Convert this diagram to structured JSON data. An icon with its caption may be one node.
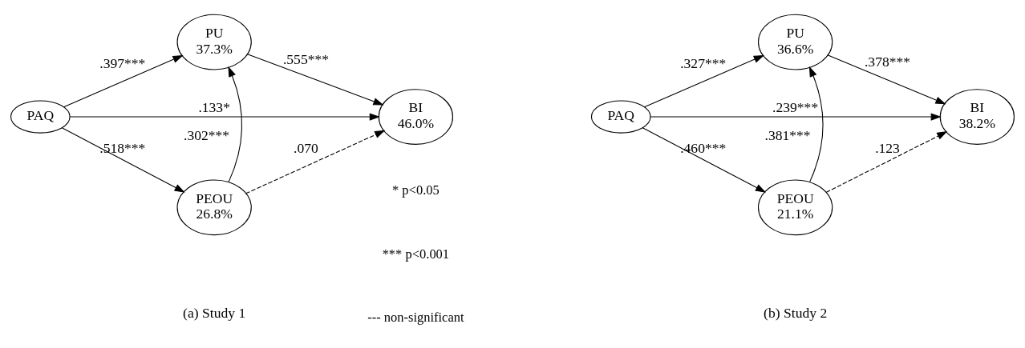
{
  "diagram": {
    "nodes": [
      {
        "text": [
          "PU",
          "37.3%"
        ]
      },
      {
        "text": [
          "PAQ"
        ]
      },
      {
        "text": [
          "BI",
          "46.0%"
        ]
      },
      {
        "text": [
          "PEOU",
          "26.8%"
        ]
      },
      {
        "text": [
          "PU",
          "36.6%"
        ]
      },
      {
        "text": [
          "PAQ"
        ]
      },
      {
        "text": [
          "BI",
          "38.2%"
        ]
      },
      {
        "text": [
          "PEOU",
          "21.1%"
        ]
      }
    ],
    "edges": [
      {
        "from": 1,
        "to": 0,
        "arrow": "to",
        "label": ".397***"
      },
      {
        "from": 1,
        "to": 2,
        "arrow": "to",
        "label": ".133*"
      },
      {
        "from": 1,
        "to": 3,
        "arrow": "to",
        "label": ".518***"
      },
      {
        "from": 3,
        "to": 0,
        "arrow": "to",
        "label": ".302***"
      },
      {
        "from": 0,
        "to": 2,
        "arrow": "to",
        "label": ".555***"
      },
      {
        "from": 3,
        "to": 2,
        "arrow": "to",
        "label": ".070",
        "style": "dashed"
      },
      {
        "from": 5,
        "to": 4,
        "arrow": "to",
        "label": ".327***"
      },
      {
        "from": 5,
        "to": 6,
        "arrow": "to",
        "label": ".239***"
      },
      {
        "from": 5,
        "to": 7,
        "arrow": "to",
        "label": ".460***"
      },
      {
        "from": 7,
        "to": 4,
        "arrow": "to",
        "label": ".381***"
      },
      {
        "from": 4,
        "to": 6,
        "arrow": "to",
        "label": ".378***"
      },
      {
        "from": 7,
        "to": 6,
        "arrow": "to",
        "label": ".123",
        "style": "dashed"
      }
    ],
    "labels": [
      "* p<0.05",
      "*** p<0.001",
      "--- non-significant",
      "(a) Study 1",
      "(b) Study 2"
    ]
  }
}
